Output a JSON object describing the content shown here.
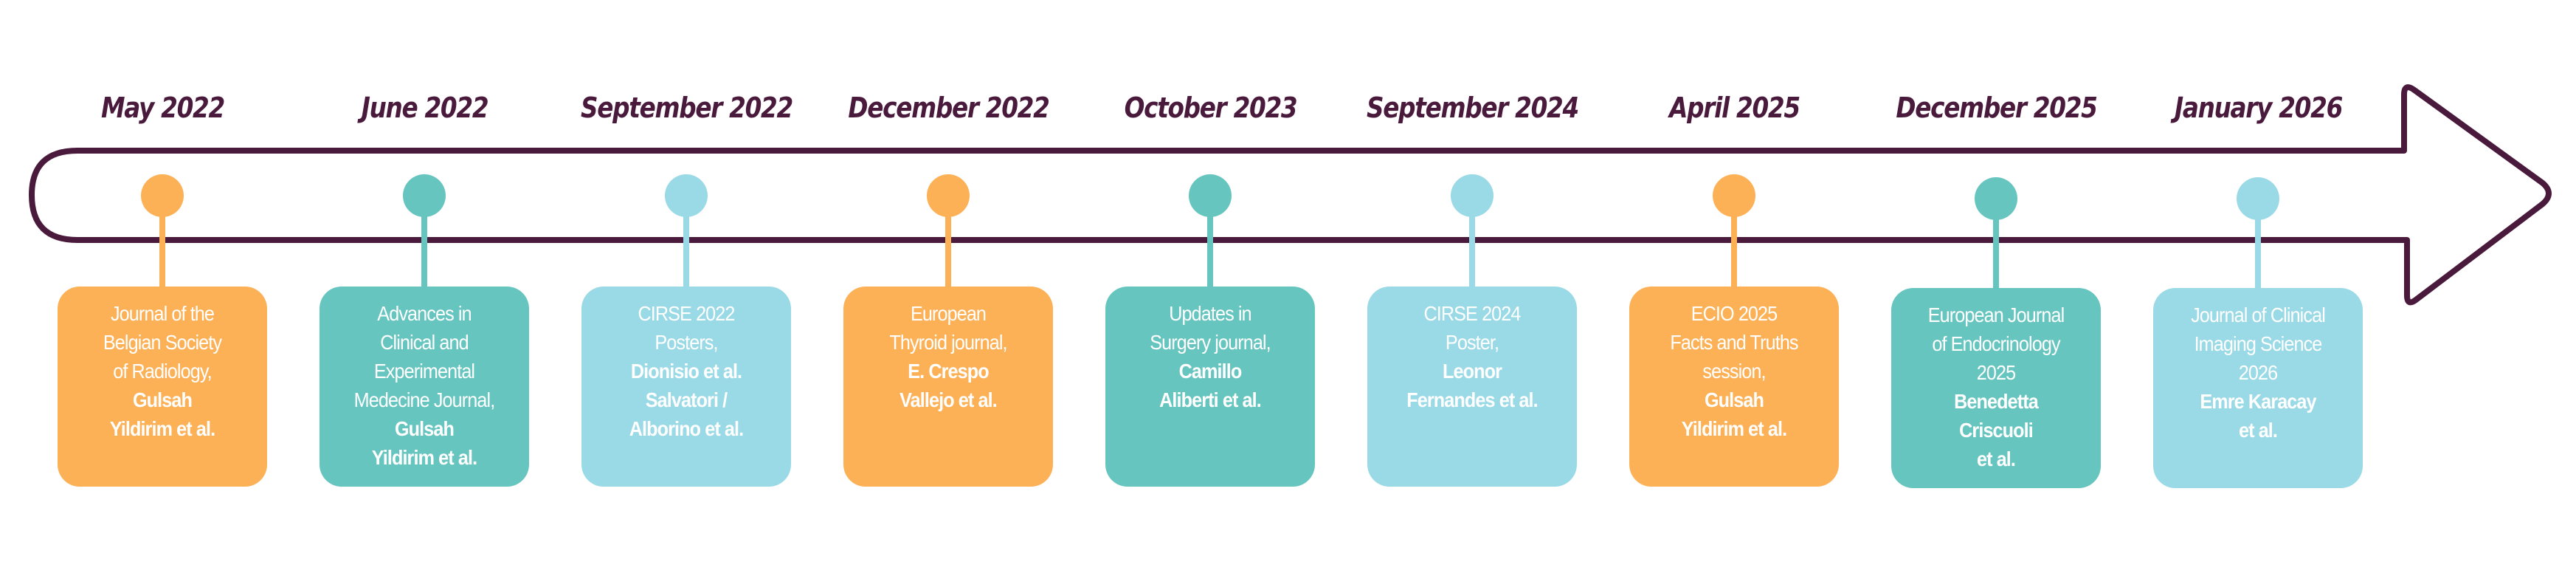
{
  "diagram": {
    "type": "timeline",
    "colors": {
      "arrow": "#4a1a3c",
      "date_text": "#4a1a3c",
      "orange": "#fdb157",
      "teal": "#66c5bf",
      "light_blue": "#9adae6",
      "card_text": "#ffffff"
    },
    "events": [
      {
        "date": "May 2022",
        "color": "orange",
        "lines": [
          {
            "text": "Journal of the",
            "bold": false
          },
          {
            "text": "Belgian Society",
            "bold": false
          },
          {
            "text": "of Radiology,",
            "bold": false
          },
          {
            "text": "Gulsah",
            "bold": true
          },
          {
            "text": "Yildirim et al.",
            "bold": true
          }
        ]
      },
      {
        "date": "June 2022",
        "color": "teal",
        "lines": [
          {
            "text": "Advances in",
            "bold": false
          },
          {
            "text": "Clinical and",
            "bold": false
          },
          {
            "text": "Experimental",
            "bold": false
          },
          {
            "text": "Medecine Journal,",
            "bold": false
          },
          {
            "text": "Gulsah",
            "bold": true
          },
          {
            "text": "Yildirim et al.",
            "bold": true
          }
        ]
      },
      {
        "date": "September 2022",
        "color": "light_blue",
        "lines": [
          {
            "text": "CIRSE 2022",
            "bold": false
          },
          {
            "text": "Posters,",
            "bold": false
          },
          {
            "text": "Dionisio et al.",
            "bold": true
          },
          {
            "text": "Salvatori /",
            "bold": true
          },
          {
            "text": "Alborino et al.",
            "bold": true
          }
        ]
      },
      {
        "date": "December 2022",
        "color": "orange",
        "lines": [
          {
            "text": "European",
            "bold": false
          },
          {
            "text": "Thyroid journal,",
            "bold": false
          },
          {
            "text": "E. Crespo",
            "bold": true
          },
          {
            "text": "Vallejo et al.",
            "bold": true
          }
        ]
      },
      {
        "date": "October 2023",
        "color": "teal",
        "lines": [
          {
            "text": "Updates in",
            "bold": false
          },
          {
            "text": "Surgery journal,",
            "bold": false
          },
          {
            "text": "Camillo",
            "bold": true
          },
          {
            "text": "Aliberti et al.",
            "bold": true
          }
        ]
      },
      {
        "date": "September 2024",
        "color": "light_blue",
        "lines": [
          {
            "text": "CIRSE 2024",
            "bold": false
          },
          {
            "text": "Poster,",
            "bold": false
          },
          {
            "text": "Leonor",
            "bold": true
          },
          {
            "text": "Fernandes et al.",
            "bold": true
          }
        ]
      },
      {
        "date": "April 2025",
        "color": "orange",
        "lines": [
          {
            "text": "ECIO 2025",
            "bold": false
          },
          {
            "text": "Facts and Truths",
            "bold": false
          },
          {
            "text": "session,",
            "bold": false
          },
          {
            "text": "Gulsah",
            "bold": true
          },
          {
            "text": "Yildirim et al.",
            "bold": true
          }
        ]
      },
      {
        "date": "December 2025",
        "color": "teal",
        "lines": [
          {
            "text": "European Journal",
            "bold": false
          },
          {
            "text": "of Endocrinology",
            "bold": false
          },
          {
            "text": "2025",
            "bold": false
          },
          {
            "text": "Benedetta",
            "bold": true
          },
          {
            "text": "Criscuoli",
            "bold": true
          },
          {
            "text": "et al.",
            "bold": true
          }
        ]
      },
      {
        "date": "January 2026",
        "color": "light_blue",
        "lines": [
          {
            "text": "Journal of Clinical",
            "bold": false
          },
          {
            "text": "Imaging Science",
            "bold": false
          },
          {
            "text": "2026",
            "bold": false
          },
          {
            "text": "Emre Karacay",
            "bold": true
          },
          {
            "text": "et al.",
            "bold": true
          }
        ]
      }
    ]
  }
}
